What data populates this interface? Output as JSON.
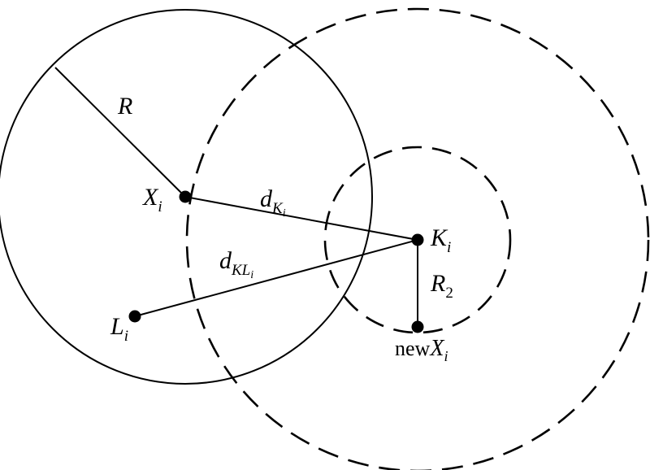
{
  "labels": {
    "R": "R",
    "X": "X",
    "X_sub": "i",
    "d": "d",
    "dK_sub": "K",
    "dK_subsub": "i",
    "dKL_sub": "KL",
    "dKL_subsub": "i",
    "K": "K",
    "K_sub": "i",
    "R2": "R",
    "R2_sub": "2",
    "L": "L",
    "L_sub": "i",
    "new_prefix": "new",
    "newX": "X",
    "newX_sub": "i"
  }
}
